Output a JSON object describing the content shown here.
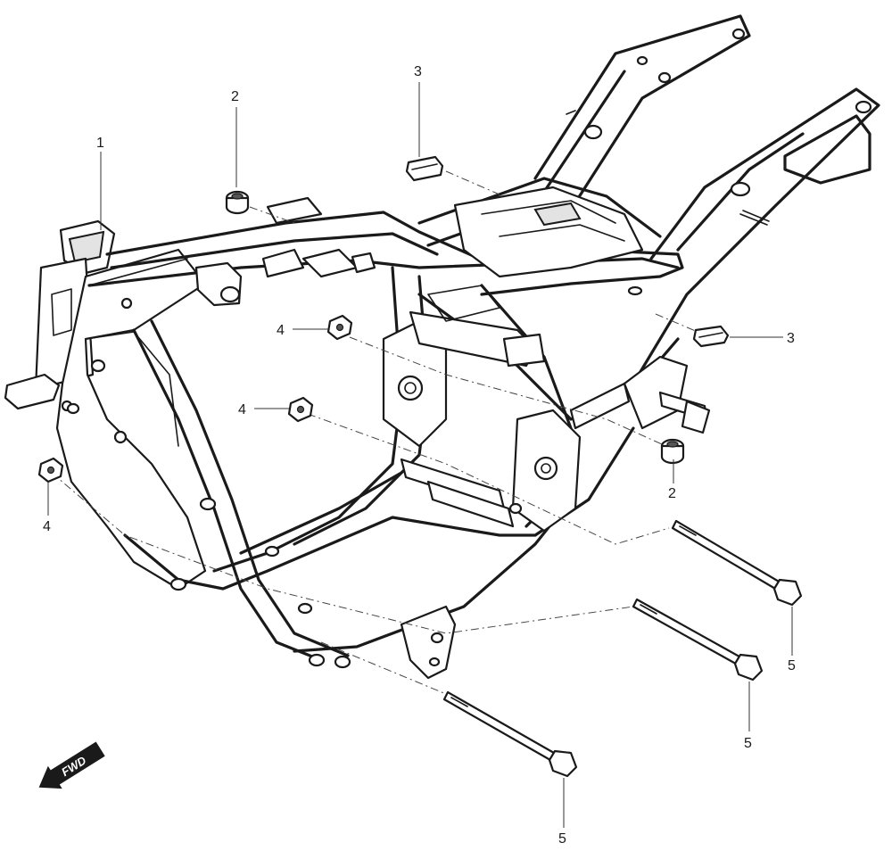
{
  "callouts": {
    "c1": "1",
    "c2a": "2",
    "c2b": "2",
    "c3a": "3",
    "c3b": "3",
    "c4a": "4",
    "c4b": "4",
    "c4c": "4",
    "c5a": "5",
    "c5b": "5",
    "c5c": "5"
  },
  "direction_label": "FWD"
}
